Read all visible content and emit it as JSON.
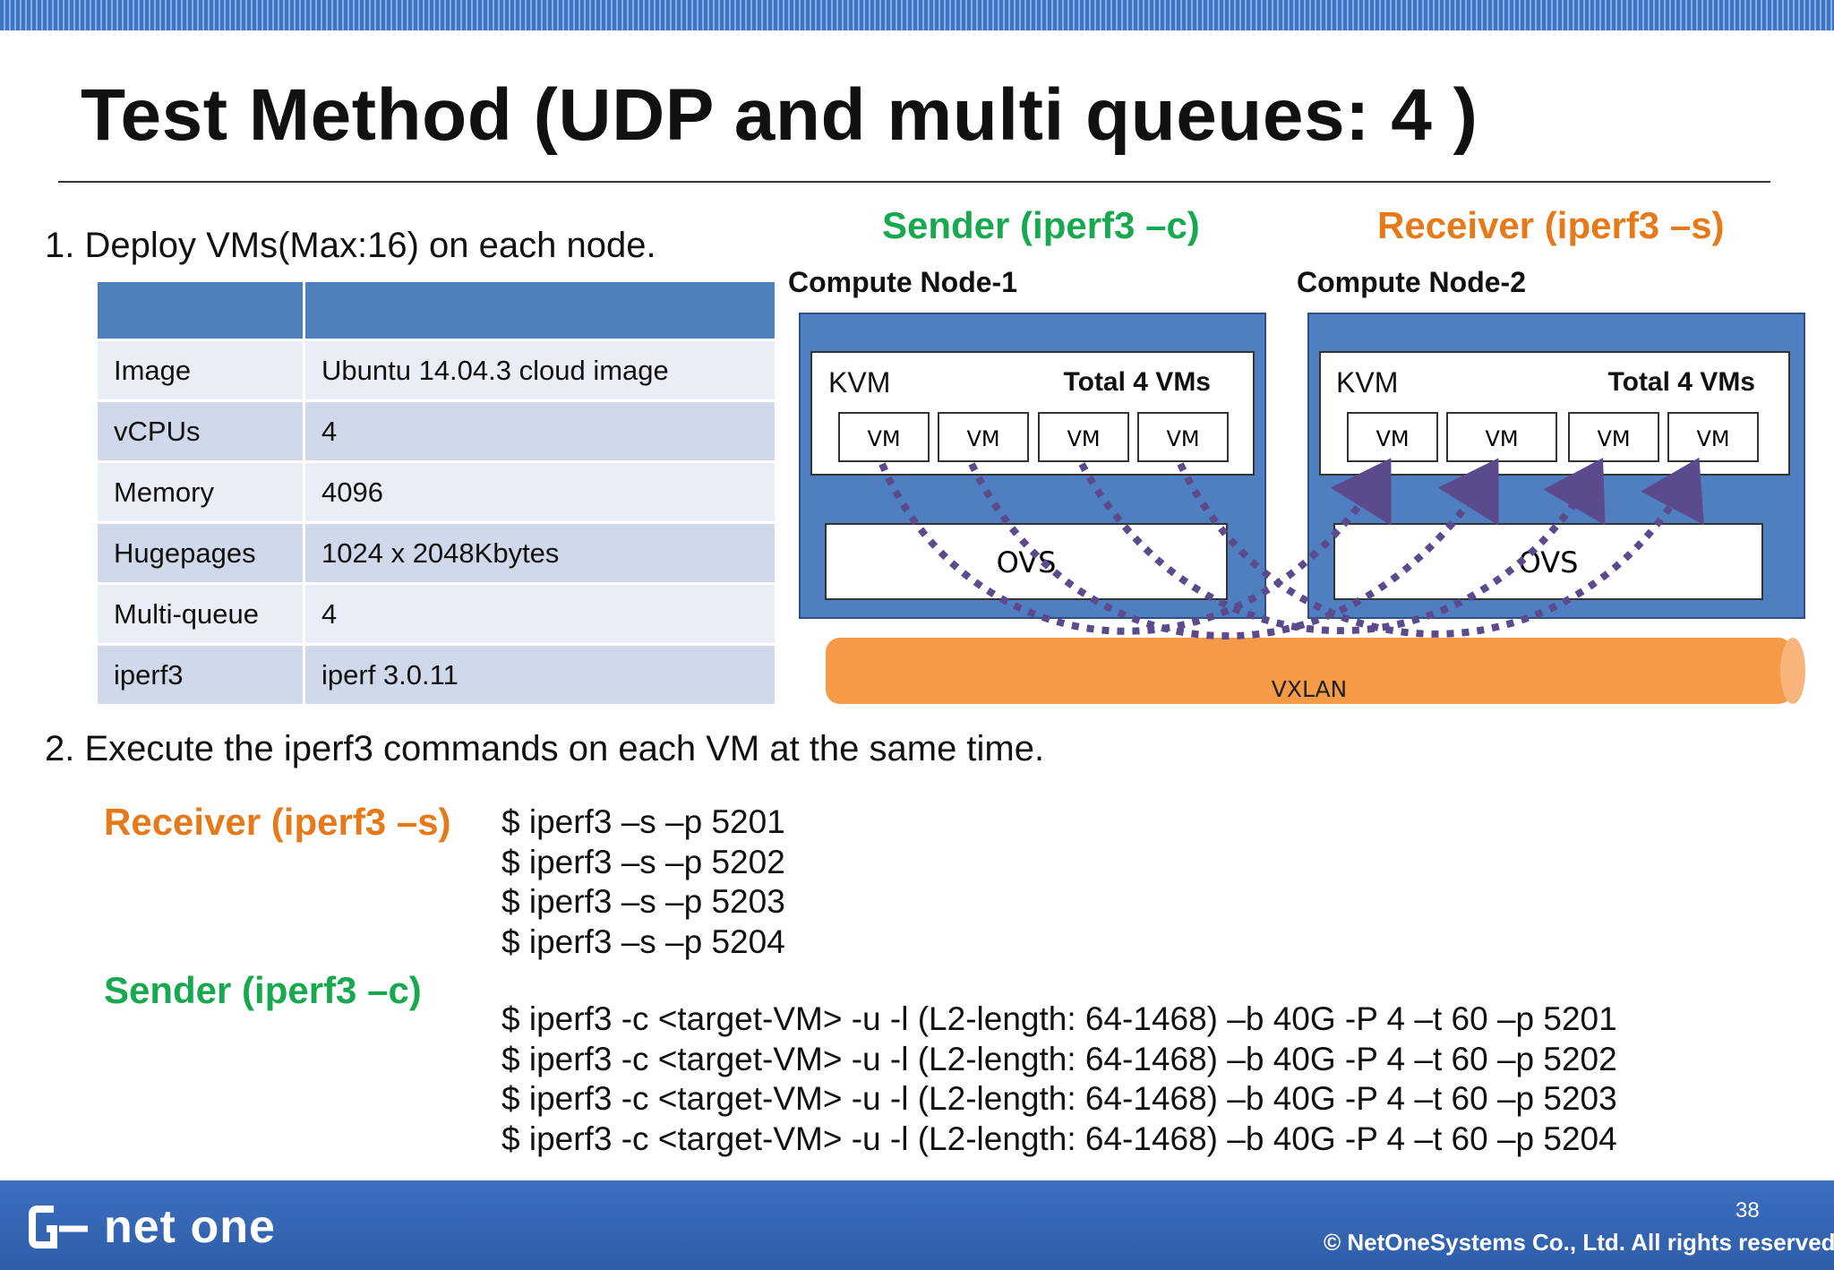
{
  "slide": {
    "title": "Test Method (UDP and multi queues: 4 )",
    "step1": "1. Deploy VMs(Max:16) on each node.",
    "step2": "2. Execute the iperf3 commands on each VM at the same time.",
    "page_number": "38",
    "copyright": "© NetOneSystems Co., Ltd. All rights reserved.",
    "logo_text": "net one"
  },
  "spec_table": {
    "rows": [
      {
        "key": "Image",
        "value": "Ubuntu 14.04.3 cloud image"
      },
      {
        "key": "vCPUs",
        "value": "4"
      },
      {
        "key": "Memory",
        "value": "4096"
      },
      {
        "key": "Hugepages",
        "value": "1024 x 2048Kbytes"
      },
      {
        "key": "Multi-queue",
        "value": "4"
      },
      {
        "key": "iperf3",
        "value": "iperf 3.0.11"
      }
    ]
  },
  "diagram": {
    "sender_title": "Sender (iperf3 –c)",
    "receiver_title": "Receiver (iperf3 –s)",
    "node1": {
      "name": "Compute Node-1",
      "hypervisor": "KVM",
      "total": "Total 4 VMs",
      "vm_label": "VM",
      "switch": "OVS"
    },
    "node2": {
      "name": "Compute Node-2",
      "hypervisor": "KVM",
      "total": "Total 4 VMs",
      "vm_label": "VM",
      "switch": "OVS"
    },
    "network": "VXLAN"
  },
  "commands": {
    "receiver_label": "Receiver (iperf3 –s)",
    "sender_label": "Sender (iperf3 –c)",
    "receiver": [
      "$ iperf3 –s –p 5201",
      "$ iperf3 –s –p 5202",
      "$ iperf3 –s –p 5203",
      "$ iperf3 –s –p 5204"
    ],
    "sender": [
      "$ iperf3 -c <target-VM> -u -l (L2-length: 64-1468) –b 40G -P 4 –t 60 –p 5201",
      "$ iperf3 -c <target-VM> -u -l (L2-length: 64-1468) –b 40G -P 4 –t 60 –p 5202",
      "$ iperf3 -c <target-VM> -u -l (L2-length: 64-1468) –b 40G -P 4 –t 60 –p 5203",
      "$ iperf3 -c <target-VM> -u -l (L2-length: 64-1468) –b 40G -P 4 –t 60 –p 5204"
    ]
  },
  "colors": {
    "sender_green": "#18a84f",
    "receiver_orange": "#e67a1a",
    "node_blue": "#4f7fc0",
    "vxlan_orange": "#f59a47",
    "arrow_purple": "#5b4a8c",
    "footer_blue": "#3563b0"
  }
}
